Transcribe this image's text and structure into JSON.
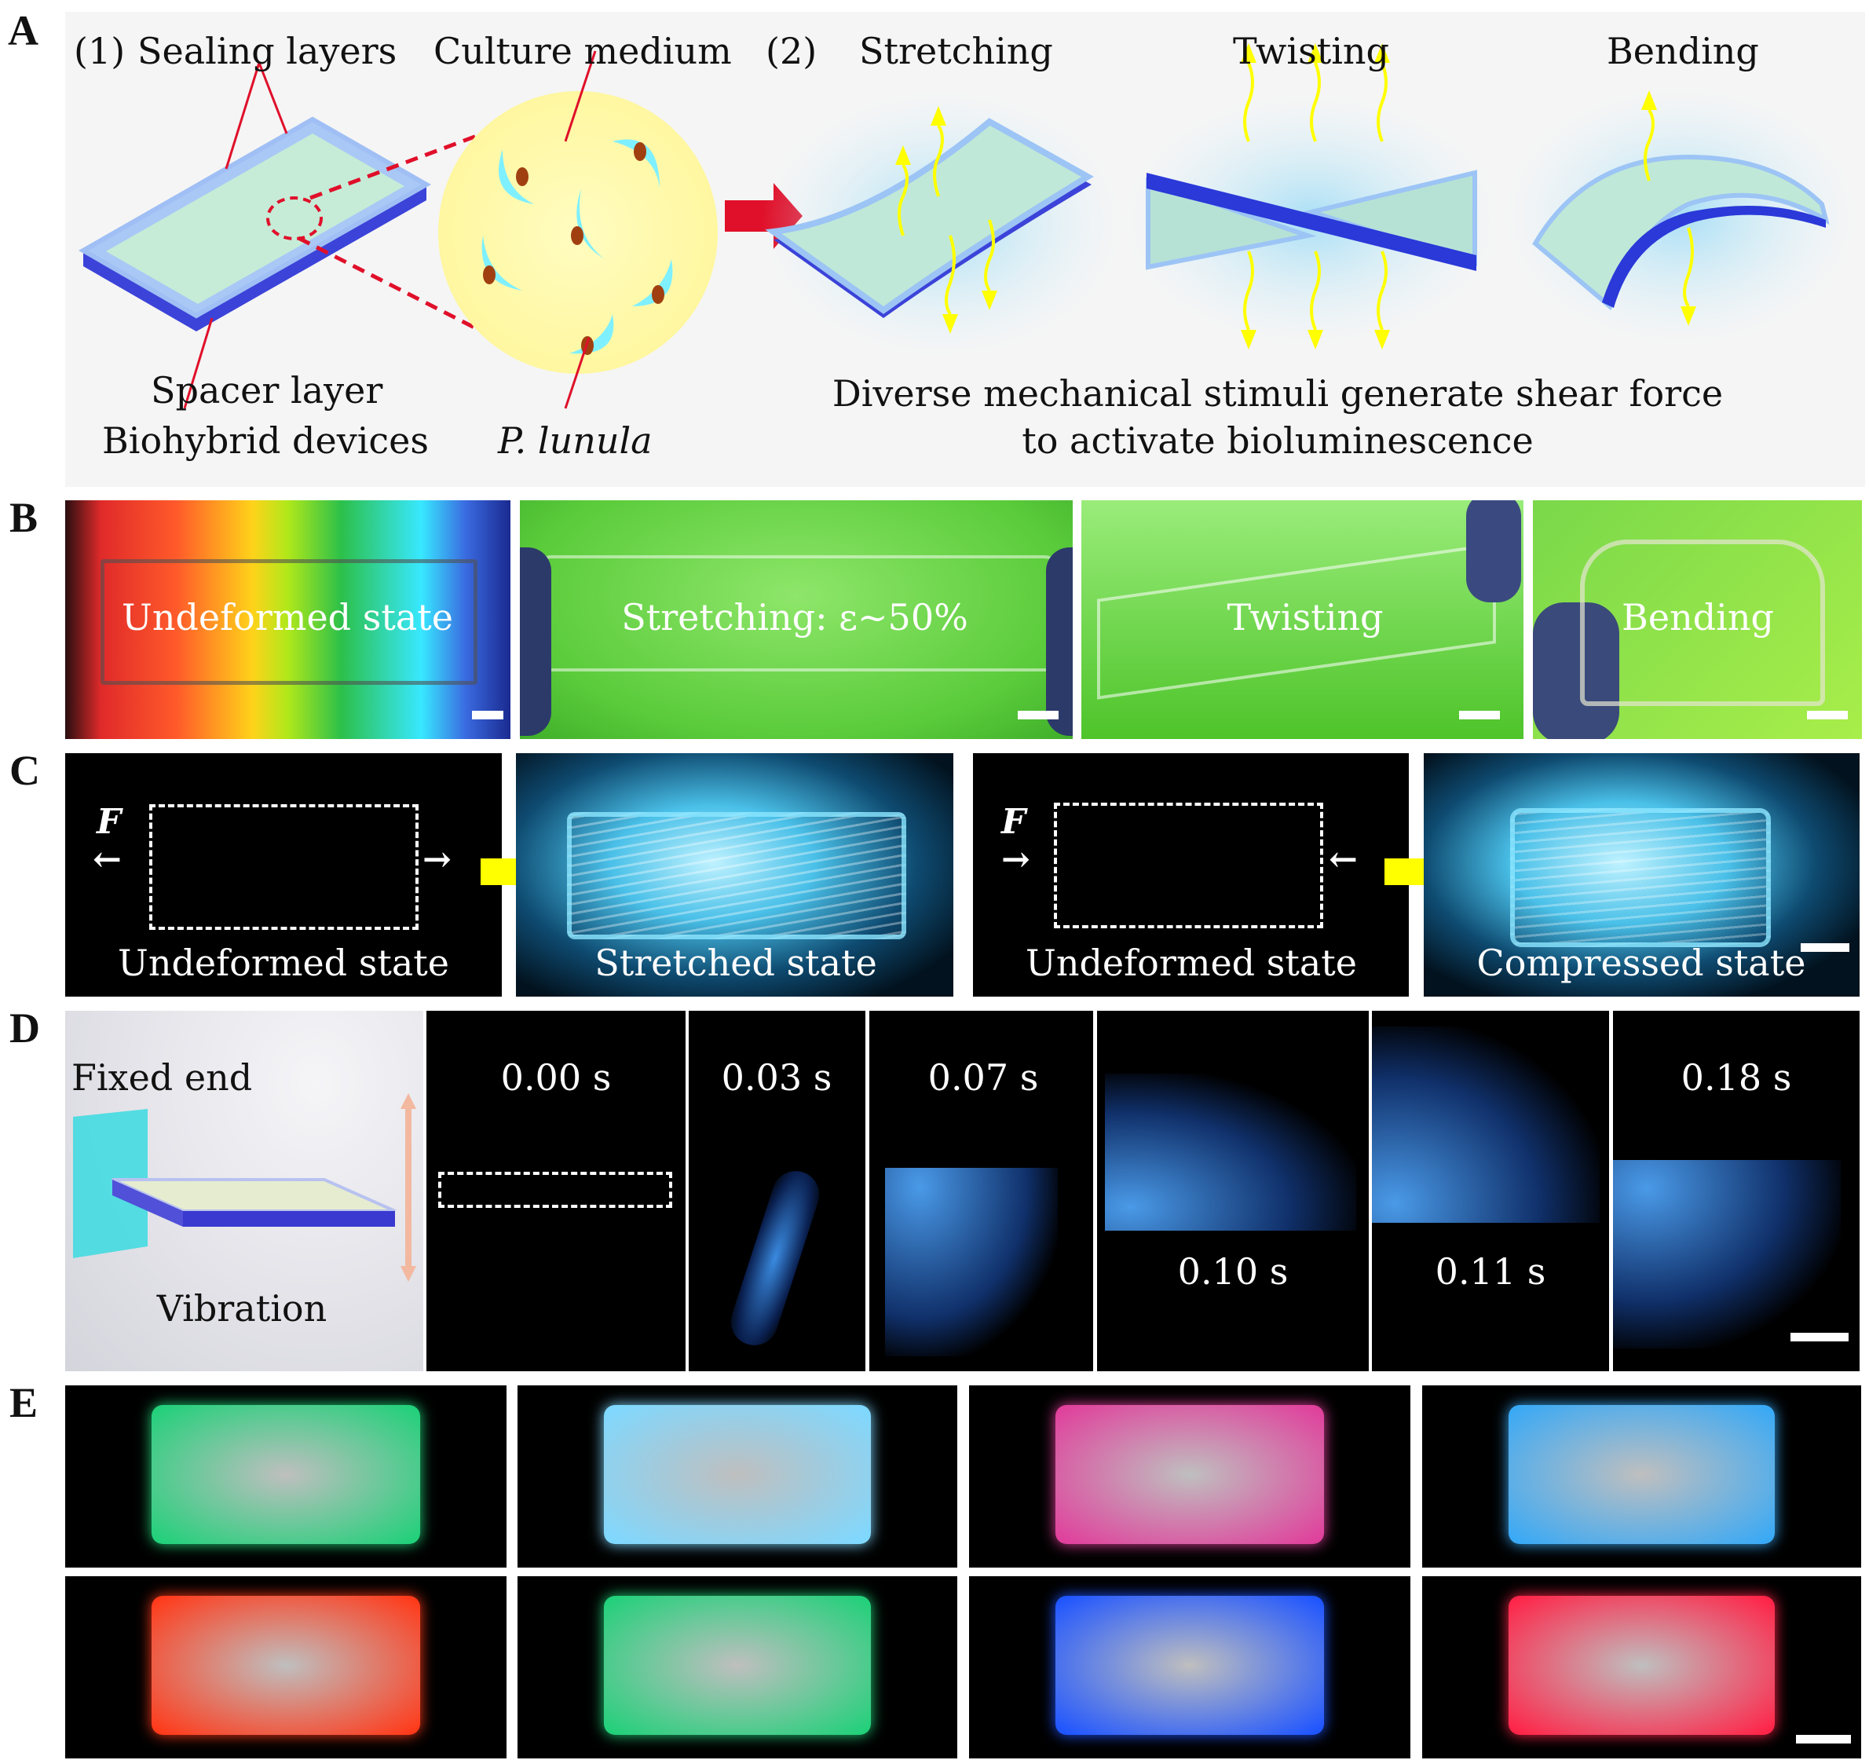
{
  "panel_labels": {
    "a": "A",
    "b": "B",
    "c": "C",
    "d": "D",
    "e": "E"
  },
  "panel_a": {
    "step1": "(1)",
    "sealing_layers": "Sealing layers",
    "culture_medium": "Culture medium",
    "step2": "(2)",
    "stretching": "Stretching",
    "twisting": "Twisting",
    "bending": "Bending",
    "spacer_layer": "Spacer layer",
    "biohybrid_devices": "Biohybrid devices",
    "organism": "P. lunula",
    "caption_line1": "Diverse mechanical stimuli generate shear force",
    "caption_line2": "to activate bioluminescence"
  },
  "panel_b": {
    "labels": [
      "Undeformed state",
      "Stretching: ε~50%",
      "Twisting",
      "Bending"
    ]
  },
  "panel_c": {
    "force_label": "F",
    "labels": [
      "Undeformed state",
      "Stretched state",
      "Undeformed state",
      "Compressed state"
    ]
  },
  "panel_d": {
    "fixed_end": "Fixed end",
    "vibration": "Vibration",
    "times": [
      "0.00 s",
      "0.03 s",
      "0.07 s",
      "0.10 s",
      "0.11 s",
      "0.18 s"
    ]
  },
  "panel_e": {
    "colors_row1": [
      "#22d07a",
      "#7fd8ff",
      "#e0409c",
      "#39a9f5"
    ],
    "colors_row2": [
      "#ff3a1a",
      "#22d07a",
      "#1f55ff",
      "#ff2448"
    ]
  },
  "colors": {
    "bioluminescence": "#5fd0ff",
    "arrow_red": "#e0102a",
    "arrow_yellow": "#ffff00"
  }
}
